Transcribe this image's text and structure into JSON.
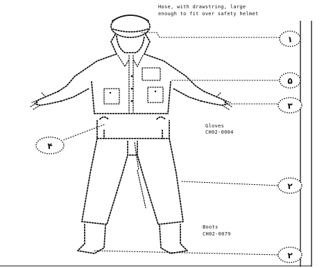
{
  "labels": {
    "hood_line1": "Hose, with drawstring, large",
    "hood_line2": "enough to fit over safety helmet",
    "gloves_line1": "Gloves",
    "gloves_line2": "CH02-0004",
    "boots_line1": "Boots",
    "boots_line2": "CH02-0079"
  },
  "callouts": {
    "c1": "١",
    "c5": "۵",
    "c3": "٣",
    "c4": "۴",
    "c2_trousers": "٢",
    "c2_boots": "٢"
  }
}
